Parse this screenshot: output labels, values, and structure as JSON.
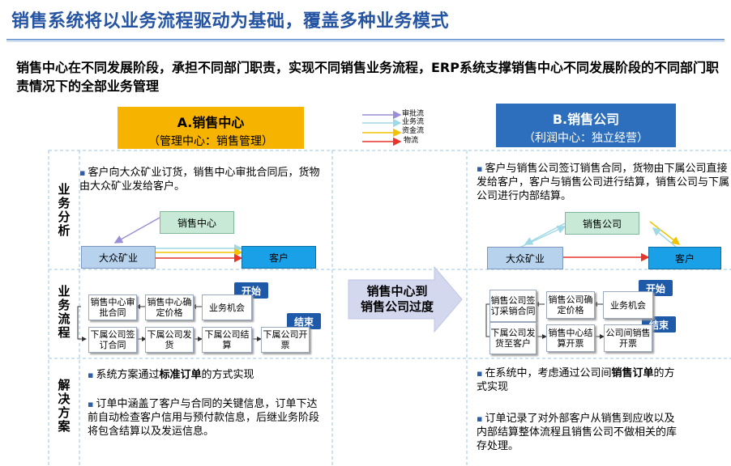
{
  "title": "销售系统将以业务流程驱动为基础，覆盖多种业务模式",
  "subtitle": "销售中心在不同发展阶段，承担不同部门职责，实现不同销售业务流程，ERP系统支撑销售中心不同发展阶段的不同部门职责情况下的全部业务管理",
  "section_a": {
    "title": "A.销售中心",
    "sub": "（管理中心：销售管理）"
  },
  "section_b": {
    "title": "B.销售公司",
    "sub": "（利润中心：独立经营）"
  },
  "legend": {
    "approval": "审批流",
    "business": "业务流",
    "capital": "资金流",
    "logistics": "物流"
  },
  "legend_colors": {
    "approval": "#9a8fd6",
    "business": "#9fd8e6",
    "capital": "#f2c200",
    "logistics": "#e8342b"
  },
  "row_labels": {
    "analysis": "业务分析",
    "process": "业务流程",
    "solution": "解决方案"
  },
  "analysis": {
    "a_text": "客户向大众矿业订货，销售中心审批合同后，货物由大众矿业发给客户。",
    "b_text": "客户与销售公司签订销售合同，货物由下属公司直接发给客户，客户与销售公司进行结算，销售公司与下属公司进行内部结算。",
    "a_nodes": {
      "center": "销售中心",
      "supplier": "大众矿业",
      "customer": "客户"
    },
    "b_nodes": {
      "center": "销售公司",
      "supplier": "大众矿业",
      "customer": "客户"
    }
  },
  "transition": {
    "line1": "销售中心到",
    "line2": "销售公司过度"
  },
  "process": {
    "start": "开始",
    "end": "结束",
    "a_top": [
      "销售中心审批合同",
      "销售中心确定价格",
      "业务机会"
    ],
    "a_bottom": [
      "下属公司签订合同",
      "下属公司发货",
      "下属公司结算",
      "下属公司开票"
    ],
    "b_top": [
      "销售公司签订采销合同",
      "销售公司确定价格",
      "业务机会"
    ],
    "b_bottom": [
      "下属公司发货至客户",
      "销售中心结算开票",
      "公司间销售开票"
    ]
  },
  "solution": {
    "a1_pre": "系统方案通过",
    "a1_bold": "标准订单",
    "a1_post": "的方式实现",
    "a2": "订单中涵盖了客户与合同的关键信息，订单下达前自动检查客户信用与预付款信息，后继业务阶段将包含结算以及发运信息。",
    "b1_pre": "在系统中，考虑通过公司间",
    "b1_bold": "销售订单",
    "b1_post": "的方式实现",
    "b2": "订单记录了对外部客户从销售到应收以及内部结算整体流程且销售公司不做相关的库存处理。"
  }
}
